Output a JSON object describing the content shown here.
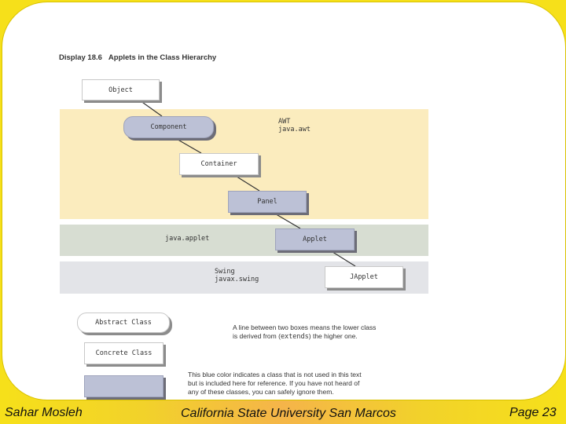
{
  "figure": {
    "title_num": "Display 18.6",
    "title_text": "Applets in the Class Hierarchy"
  },
  "bands": {
    "awt_line1": "AWT",
    "awt_line2": "java.awt",
    "applet": "java.applet",
    "swing_line1": "Swing",
    "swing_line2": "javax.swing"
  },
  "classes": {
    "object": "Object",
    "component": "Component",
    "container": "Container",
    "panel": "Panel",
    "applet": "Applet",
    "japplet": "JApplet"
  },
  "legend": {
    "abstract": "Abstract Class",
    "concrete": "Concrete Class",
    "line_note_1": "A line between two boxes means the lower class",
    "line_note_2a": "is derived from (",
    "line_note_2b": "extends",
    "line_note_2c": ") the higher one.",
    "color_note_1": "This blue color indicates a class that is not used in this text",
    "color_note_2": "but is included here for reference. If you have not heard of",
    "color_note_3": "any of these classes, you can safely ignore them."
  },
  "footer": {
    "author": "Sahar Mosleh",
    "institution": "California State University San Marcos",
    "page": "Page 23"
  },
  "colors": {
    "slide_border": "#f6e01a",
    "awt_band": "#fbecbe",
    "applet_band": "#d7ddd2",
    "swing_band": "#e3e4e8",
    "unused_class": "#bcc1d6"
  }
}
